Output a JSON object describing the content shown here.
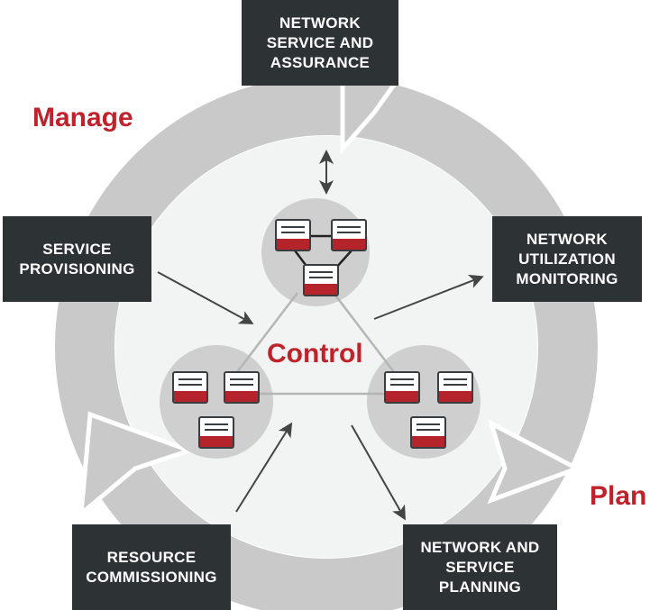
{
  "phases": {
    "manage": "Manage",
    "plan": "Plan",
    "control": "Control"
  },
  "boxes": {
    "network_service_assurance": "NETWORK\nSERVICE AND\nASSURANCE",
    "service_provisioning": "SERVICE\nPROVISIONING",
    "network_utilization_monitoring": "NETWORK\nUTILIZATION\nMONITORING",
    "resource_commissioning": "RESOURCE\nCOMMISSIONING",
    "network_service_planning": "NETWORK AND\nSERVICE\nPLANNING"
  },
  "colors": {
    "accent": "#c0222c",
    "box": "#2d3234",
    "ring": "#c9c9c9",
    "inner": "#f2f3f3"
  }
}
